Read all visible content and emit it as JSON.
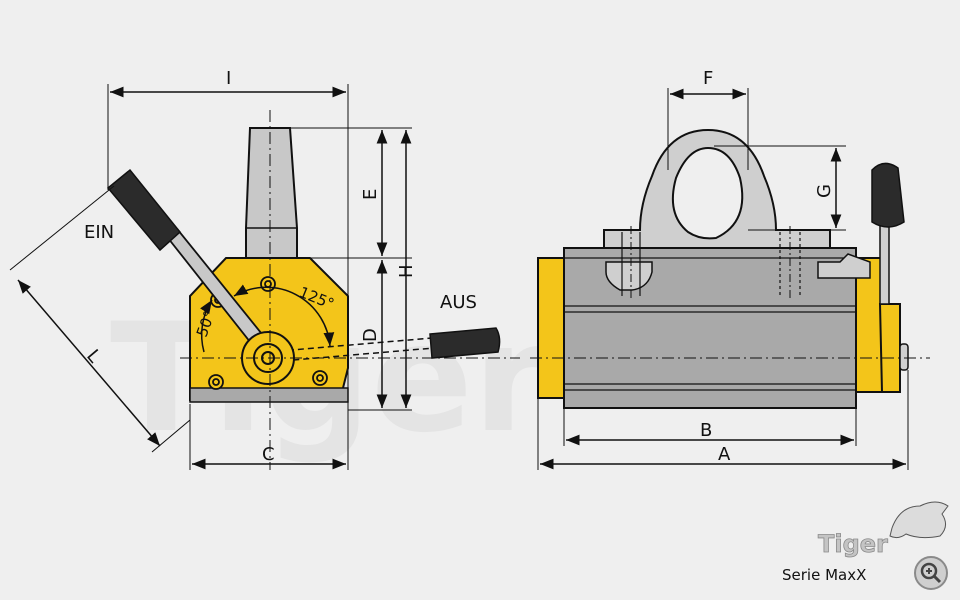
{
  "labels": {
    "I": "I",
    "F": "F",
    "E": "E",
    "H": "H",
    "G": "G",
    "D": "D",
    "L": "L",
    "C": "C",
    "B": "B",
    "A": "A",
    "ein": "EIN",
    "aus": "AUS",
    "angle_50": "50°",
    "angle_125": "125°"
  },
  "brand": {
    "logo_text": "Tiger",
    "series": "Serie MaxX"
  },
  "colors": {
    "yellow": "#f3c51a",
    "gray_body": "#a9a9a9",
    "gray_light": "#cfcfcf",
    "handle": "#2b2b2b",
    "line": "#111111"
  },
  "icons": {
    "zoom": "zoom-in-icon"
  }
}
